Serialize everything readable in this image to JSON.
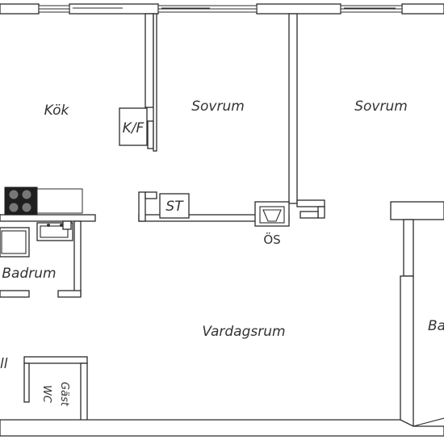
{
  "rooms": {
    "kok": "Kök",
    "kf": "K/F",
    "sovrum_1": "Sovrum",
    "sovrum_2": "Sovrum",
    "st": "ST",
    "os": "ÖS",
    "badrum": "Badrum",
    "vardagsrum": "Vardagsrum",
    "ba_partial": "Ba",
    "hall_partial": "ll",
    "gast": "Gäst",
    "wc": "WC"
  }
}
